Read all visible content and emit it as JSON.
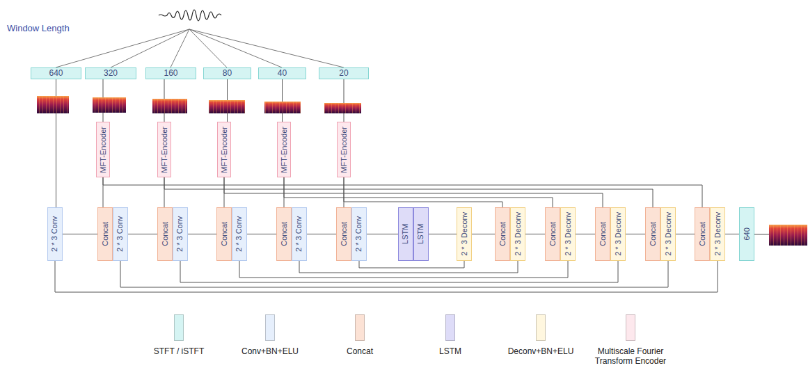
{
  "diagram": {
    "nodes": [
      {
        "text": [
          "640"
        ]
      },
      {
        "text": [
          "320"
        ]
      },
      {
        "text": [
          "160"
        ]
      },
      {
        "text": [
          "80"
        ]
      },
      {
        "text": [
          "40"
        ]
      },
      {
        "text": [
          "20"
        ]
      },
      {
        "text": [
          "MFT-Encoder"
        ]
      },
      {
        "text": [
          "MFT-Encoder"
        ]
      },
      {
        "text": [
          "MFT-Encoder"
        ]
      },
      {
        "text": [
          "MFT-Encoder"
        ]
      },
      {
        "text": [
          "MFT-Encoder"
        ]
      },
      {
        "text": [
          "2 * 3 Conv"
        ]
      },
      {
        "text": [
          "Concat"
        ]
      },
      {
        "text": [
          "2 * 3 Conv"
        ]
      },
      {
        "text": [
          "Concat"
        ]
      },
      {
        "text": [
          "2 * 3 Conv"
        ]
      },
      {
        "text": [
          "Concat"
        ]
      },
      {
        "text": [
          "2 * 3 Conv"
        ]
      },
      {
        "text": [
          "Concat"
        ]
      },
      {
        "text": [
          "2 * 3 Conv"
        ]
      },
      {
        "text": [
          "Concat"
        ]
      },
      {
        "text": [
          "2 * 3 Conv"
        ]
      },
      {
        "text": [
          "LSTM"
        ]
      },
      {
        "text": [
          "LSTM"
        ]
      },
      {
        "text": [
          "2 * 3 Deconv"
        ]
      },
      {
        "text": [
          "Concat"
        ]
      },
      {
        "text": [
          "2 * 3 Deconv"
        ]
      },
      {
        "text": [
          "Concat"
        ]
      },
      {
        "text": [
          "2 * 3 Deconv"
        ]
      },
      {
        "text": [
          "Concat"
        ]
      },
      {
        "text": [
          "2 * 3 Deconv"
        ]
      },
      {
        "text": [
          "Concat"
        ]
      },
      {
        "text": [
          "2 * 3 Deconv"
        ]
      },
      {
        "text": [
          "Concat"
        ]
      },
      {
        "text": [
          "2 * 3 Deconv"
        ]
      },
      {
        "text": [
          "640"
        ]
      }
    ],
    "edges": [
      {
        "from": 0,
        "to": 11,
        "arrow": "none"
      },
      {
        "from": 1,
        "to": 6,
        "arrow": "none"
      },
      {
        "from": 2,
        "to": 7,
        "arrow": "none"
      },
      {
        "from": 3,
        "to": 8,
        "arrow": "none"
      },
      {
        "from": 4,
        "to": 9,
        "arrow": "none"
      },
      {
        "from": 5,
        "to": 10,
        "arrow": "none"
      },
      {
        "from": 6,
        "to": 12,
        "arrow": "none"
      },
      {
        "from": 7,
        "to": 14,
        "arrow": "none"
      },
      {
        "from": 8,
        "to": 16,
        "arrow": "none"
      },
      {
        "from": 9,
        "to": 18,
        "arrow": "none"
      },
      {
        "from": 10,
        "to": 20,
        "arrow": "none"
      },
      {
        "from": 6,
        "to": 33,
        "arrow": "none"
      },
      {
        "from": 7,
        "to": 31,
        "arrow": "none"
      },
      {
        "from": 8,
        "to": 29,
        "arrow": "none"
      },
      {
        "from": 9,
        "to": 27,
        "arrow": "none"
      },
      {
        "from": 10,
        "to": 25,
        "arrow": "none"
      },
      {
        "from": 11,
        "to": 12,
        "arrow": "none"
      },
      {
        "from": 13,
        "to": 14,
        "arrow": "none"
      },
      {
        "from": 15,
        "to": 16,
        "arrow": "none"
      },
      {
        "from": 17,
        "to": 18,
        "arrow": "none"
      },
      {
        "from": 19,
        "to": 20,
        "arrow": "none"
      },
      {
        "from": 21,
        "to": 22,
        "arrow": "none"
      },
      {
        "from": 23,
        "to": 24,
        "arrow": "none"
      },
      {
        "from": 24,
        "to": 25,
        "arrow": "none"
      },
      {
        "from": 26,
        "to": 27,
        "arrow": "none"
      },
      {
        "from": 28,
        "to": 29,
        "arrow": "none"
      },
      {
        "from": 30,
        "to": 31,
        "arrow": "none"
      },
      {
        "from": 32,
        "to": 33,
        "arrow": "none"
      },
      {
        "from": 34,
        "to": 35,
        "arrow": "none"
      },
      {
        "from": 11,
        "to": 34,
        "arrow": "none"
      },
      {
        "from": 13,
        "to": 32,
        "arrow": "none"
      },
      {
        "from": 15,
        "to": 30,
        "arrow": "none"
      },
      {
        "from": 17,
        "to": 28,
        "arrow": "none"
      },
      {
        "from": 19,
        "to": 26,
        "arrow": "none"
      },
      {
        "from": 21,
        "to": 24,
        "arrow": "none"
      }
    ],
    "labels": [
      "Window Length"
    ],
    "legend": [
      {
        "text": "STFT / iSTFT",
        "color": "#d5f4f3"
      },
      {
        "text": "Conv+BN+ELU",
        "color": "#e6effc"
      },
      {
        "text": "Concat",
        "color": "#fce2d5"
      },
      {
        "text": "LSTM",
        "color": "#dedcf8"
      },
      {
        "text": "Deconv+BN+ELU",
        "color": "#fff7df"
      },
      {
        "text": "Multiscale Fourier Transform Encoder",
        "color": "#fde8ed"
      }
    ]
  }
}
